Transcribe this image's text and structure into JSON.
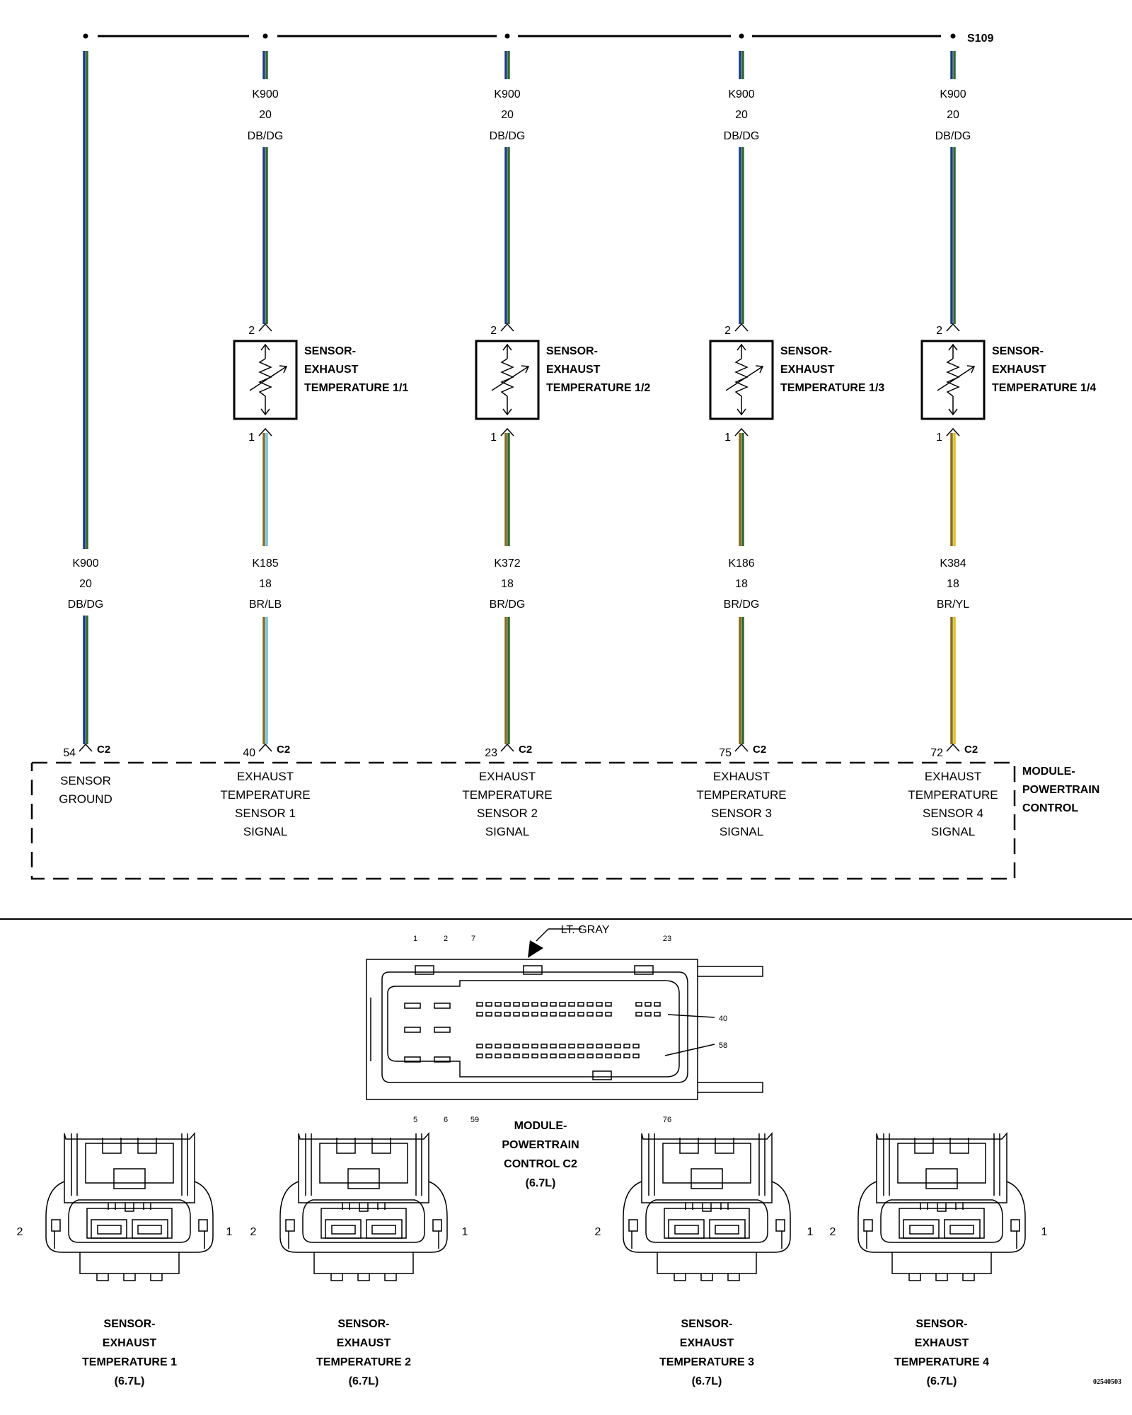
{
  "splice": {
    "label": "S109"
  },
  "top_wires": [
    {
      "circuit": "K900",
      "gauge": "20",
      "color": "DB/DG"
    },
    {
      "circuit": "K900",
      "gauge": "20",
      "color": "DB/DG"
    },
    {
      "circuit": "K900",
      "gauge": "20",
      "color": "DB/DG"
    },
    {
      "circuit": "K900",
      "gauge": "20",
      "color": "DB/DG"
    }
  ],
  "sensors": [
    {
      "pin_top": "2",
      "pin_bottom": "1",
      "line1": "SENSOR-",
      "line2": "EXHAUST",
      "line3": "TEMPERATURE 1/1"
    },
    {
      "pin_top": "2",
      "pin_bottom": "1",
      "line1": "SENSOR-",
      "line2": "EXHAUST",
      "line3": "TEMPERATURE 1/2"
    },
    {
      "pin_top": "2",
      "pin_bottom": "1",
      "line1": "SENSOR-",
      "line2": "EXHAUST",
      "line3": "TEMPERATURE 1/3"
    },
    {
      "pin_top": "2",
      "pin_bottom": "1",
      "line1": "SENSOR-",
      "line2": "EXHAUST",
      "line3": "TEMPERATURE 1/4"
    }
  ],
  "bottom_wires": [
    {
      "circuit": "K900",
      "gauge": "20",
      "color": "DB/DG",
      "pin": "54",
      "connector": "C2"
    },
    {
      "circuit": "K185",
      "gauge": "18",
      "color": "BR/LB",
      "pin": "40",
      "connector": "C2"
    },
    {
      "circuit": "K372",
      "gauge": "18",
      "color": "BR/DG",
      "pin": "23",
      "connector": "C2"
    },
    {
      "circuit": "K186",
      "gauge": "18",
      "color": "BR/DG",
      "pin": "75",
      "connector": "C2"
    },
    {
      "circuit": "K384",
      "gauge": "18",
      "color": "BR/YL",
      "pin": "72",
      "connector": "C2"
    }
  ],
  "module_signals": [
    {
      "lines": [
        "SENSOR",
        "GROUND"
      ]
    },
    {
      "lines": [
        "EXHAUST",
        "TEMPERATURE",
        "SENSOR 1",
        "SIGNAL"
      ]
    },
    {
      "lines": [
        "EXHAUST",
        "TEMPERATURE",
        "SENSOR 2",
        "SIGNAL"
      ]
    },
    {
      "lines": [
        "EXHAUST",
        "TEMPERATURE",
        "SENSOR 3",
        "SIGNAL"
      ]
    },
    {
      "lines": [
        "EXHAUST",
        "TEMPERATURE",
        "SENSOR 4",
        "SIGNAL"
      ]
    }
  ],
  "module": {
    "line1": "MODULE-",
    "line2": "POWERTRAIN",
    "line3": "CONTROL"
  },
  "pcm_connector": {
    "color_callout": "LT. GRAY",
    "top_pins": [
      "1",
      "2",
      "7",
      "23"
    ],
    "bottom_pins": [
      "5",
      "6",
      "59",
      "76"
    ],
    "side_pins": [
      "40",
      "58"
    ],
    "title": [
      "MODULE-",
      "POWERTRAIN",
      "CONTROL C2",
      "(6.7L)"
    ]
  },
  "sensor_connectors": [
    {
      "pin_left": "2",
      "pin_right": "1",
      "title": [
        "SENSOR-",
        "EXHAUST",
        "TEMPERATURE 1",
        "(6.7L)"
      ]
    },
    {
      "pin_left": "2",
      "pin_right": "1",
      "title": [
        "SENSOR-",
        "EXHAUST",
        "TEMPERATURE 2",
        "(6.7L)"
      ]
    },
    {
      "pin_left": "2",
      "pin_right": "1",
      "title": [
        "SENSOR-",
        "EXHAUST",
        "TEMPERATURE 3",
        "(6.7L)"
      ]
    },
    {
      "pin_left": "2",
      "pin_right": "1",
      "title": [
        "SENSOR-",
        "EXHAUST",
        "TEMPERATURE 4",
        "(6.7L)"
      ]
    }
  ],
  "figure_id": "02540503",
  "colors": {
    "dark_blue": "#1a3a8a",
    "dark_green": "#2d6a2d",
    "brown": "#8a6a1a",
    "light_blue": "#6ec6e6",
    "yellow": "#e0c020"
  }
}
